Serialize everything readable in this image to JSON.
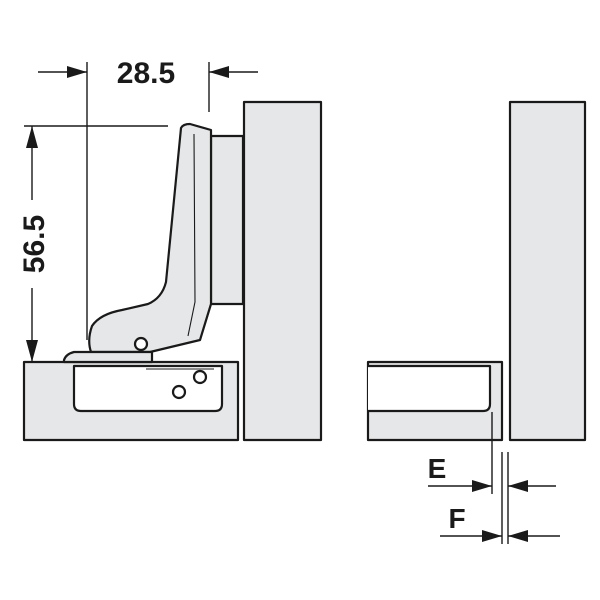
{
  "dimensions": {
    "width_label": "28.5",
    "height_label": "56.5"
  },
  "callouts": {
    "e_label": "E",
    "f_label": "F"
  },
  "colors": {
    "panel_fill": "#e6e7e8",
    "outline": "#1a1a1a",
    "background": "#ffffff"
  }
}
